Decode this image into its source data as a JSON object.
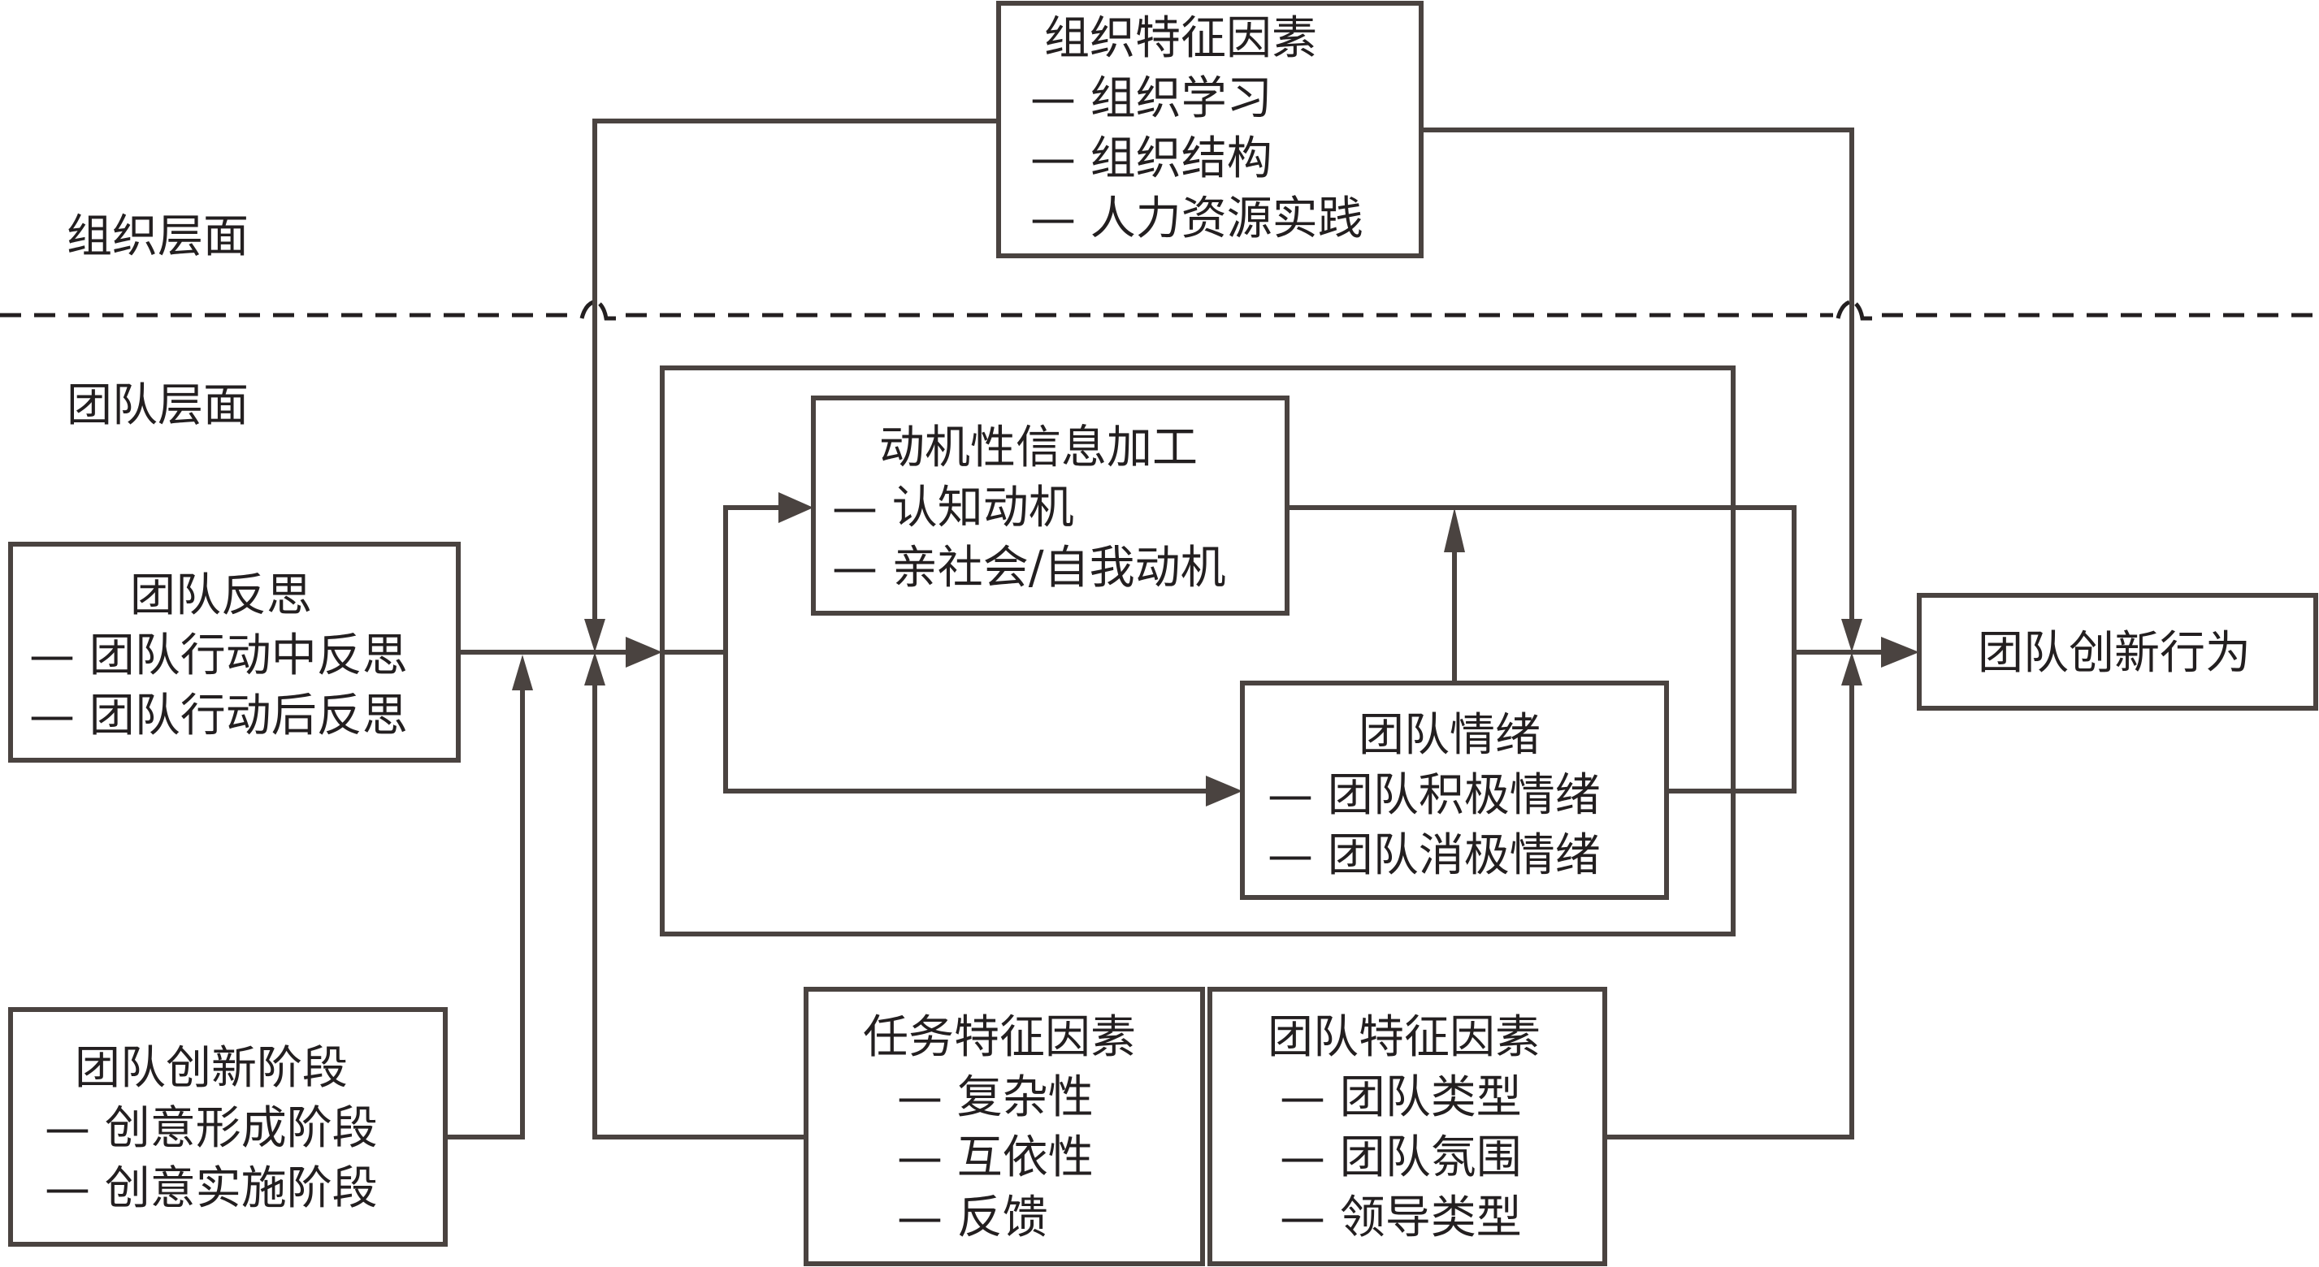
{
  "diagram": {
    "layers": {
      "organization": "组织层面",
      "team": "团队层面"
    },
    "colors": {
      "line": "#4a4340",
      "text": "#231f20",
      "background": "#ffffff"
    },
    "nodes": {
      "org_factors": {
        "title": "组织特征因素",
        "items": [
          "— 组织学习",
          "— 组织结构",
          "— 人力资源实践"
        ]
      },
      "team_reflection": {
        "title": "团队反思",
        "items": [
          "— 团队行动中反思",
          "— 团队行动后反思"
        ]
      },
      "innovation_stage": {
        "title": "团队创新阶段",
        "items": [
          "— 创意形成阶段",
          "— 创意实施阶段"
        ]
      },
      "motivated_info": {
        "title": "动机性信息加工",
        "items": [
          "— 认知动机",
          "— 亲社会/自我动机"
        ]
      },
      "team_emotion": {
        "title": "团队情绪",
        "items": [
          "— 团队积极情绪",
          "— 团队消极情绪"
        ]
      },
      "task_factors": {
        "title": "任务特征因素",
        "items": [
          "— 复杂性",
          "— 互依性",
          "— 反馈"
        ]
      },
      "team_factors": {
        "title": "团队特征因素",
        "items": [
          "— 团队类型",
          "— 团队氛围",
          "— 领导类型"
        ]
      },
      "innovation_behavior": {
        "title": "团队创新行为"
      }
    }
  }
}
